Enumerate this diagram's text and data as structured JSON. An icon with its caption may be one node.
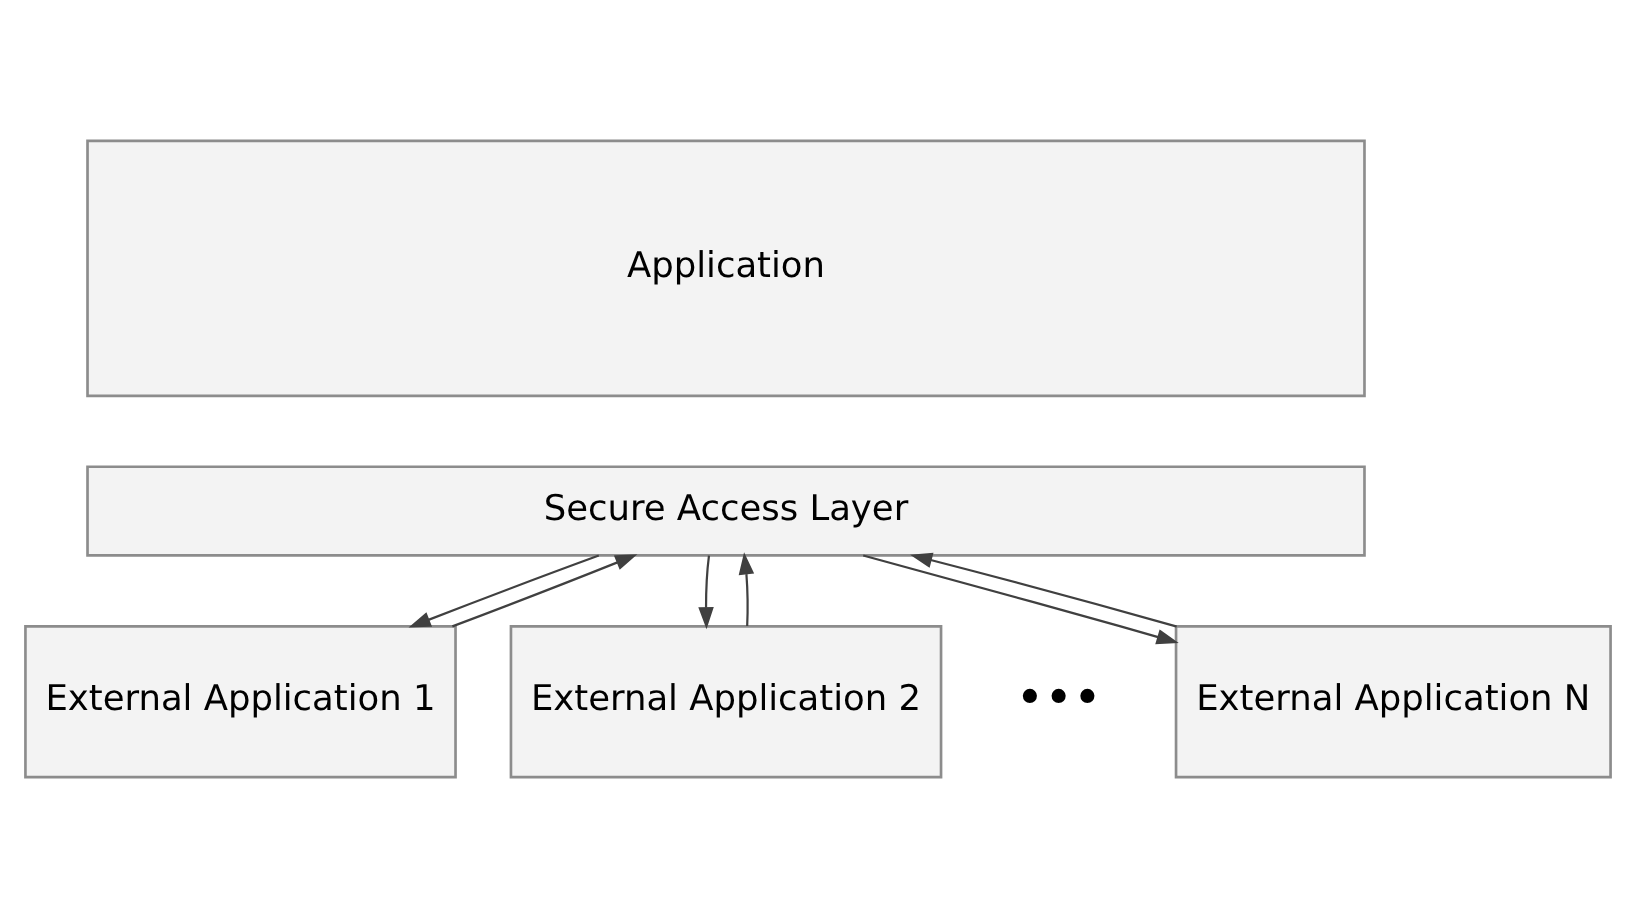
{
  "diagram": {
    "nodes": [
      {
        "text": [
          "Application"
        ]
      },
      {
        "text": [
          "Secure Access Layer"
        ]
      },
      {
        "text": [
          "External Application 1"
        ]
      },
      {
        "text": [
          "External Application 2"
        ]
      },
      {
        "text": [
          "External Application N"
        ]
      }
    ],
    "edges": [
      {
        "from": 1,
        "to": 2,
        "arrow": "to"
      },
      {
        "from": 2,
        "to": 1,
        "arrow": "to"
      },
      {
        "from": 1,
        "to": 3,
        "arrow": "to"
      },
      {
        "from": 3,
        "to": 1,
        "arrow": "to"
      },
      {
        "from": 1,
        "to": 4,
        "arrow": "to"
      },
      {
        "from": 4,
        "to": 1,
        "arrow": "to"
      }
    ],
    "labels": [
      "•••"
    ]
  }
}
